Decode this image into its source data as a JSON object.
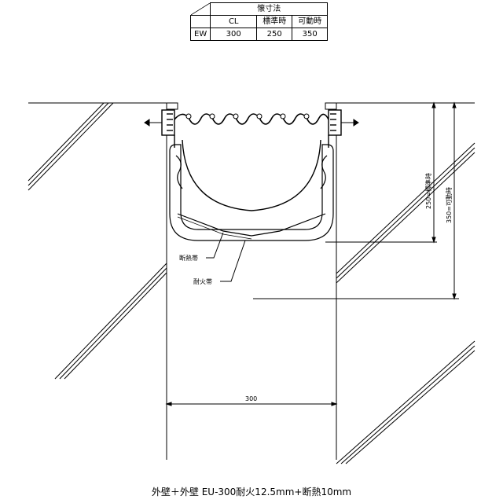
{
  "table": {
    "title": "懐寸法",
    "columns": [
      "CL",
      "標準時",
      "可動時"
    ],
    "row_label": "EW",
    "row_values": [
      "300",
      "250",
      "350"
    ]
  },
  "labels": {
    "insulation": "断熱帯",
    "fire": "耐火帯",
    "width_dim": "300",
    "dim_standard": "250=標準時",
    "dim_movable": "350=可動時"
  },
  "caption": "外壁＋外壁 EU-300耐火12.5mm+断熱10mm"
}
